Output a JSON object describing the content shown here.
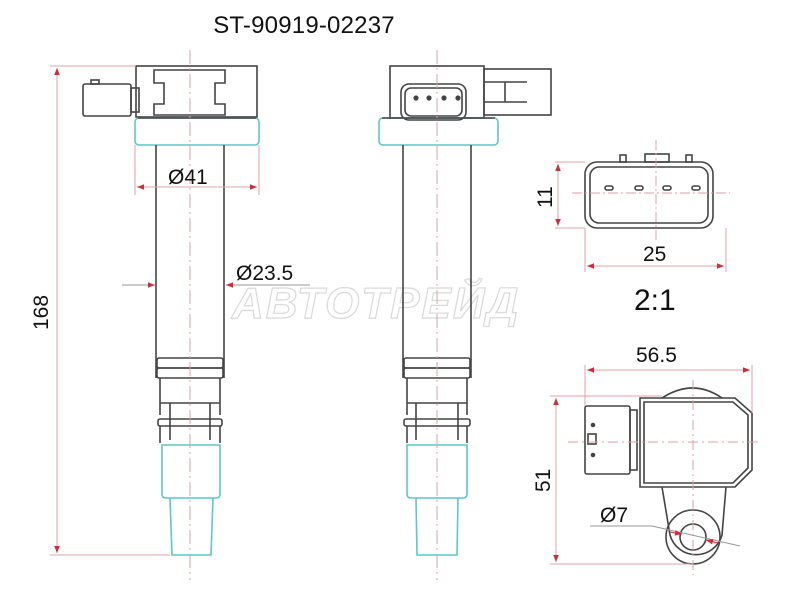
{
  "title": "ST-90919-02237",
  "watermark": "АВТОТРЕЙД",
  "colors": {
    "outline": "#444444",
    "dimension": "#d22b3a",
    "centerline": "#d9a0a8",
    "boot": "#5cc8c8",
    "text": "#111111"
  },
  "views": {
    "front_view": {
      "dimensions": {
        "height": "168",
        "flange_diameter": "Ø41",
        "body_diameter": "Ø23.5"
      }
    },
    "side_view": {
      "connector_pins": 4
    },
    "connector_detail": {
      "width": "25",
      "height": "11",
      "scale": "2:1",
      "pins": 4
    },
    "top_view": {
      "width": "56.5",
      "height": "51",
      "bolt_hole_diameter": "Ø7"
    }
  }
}
